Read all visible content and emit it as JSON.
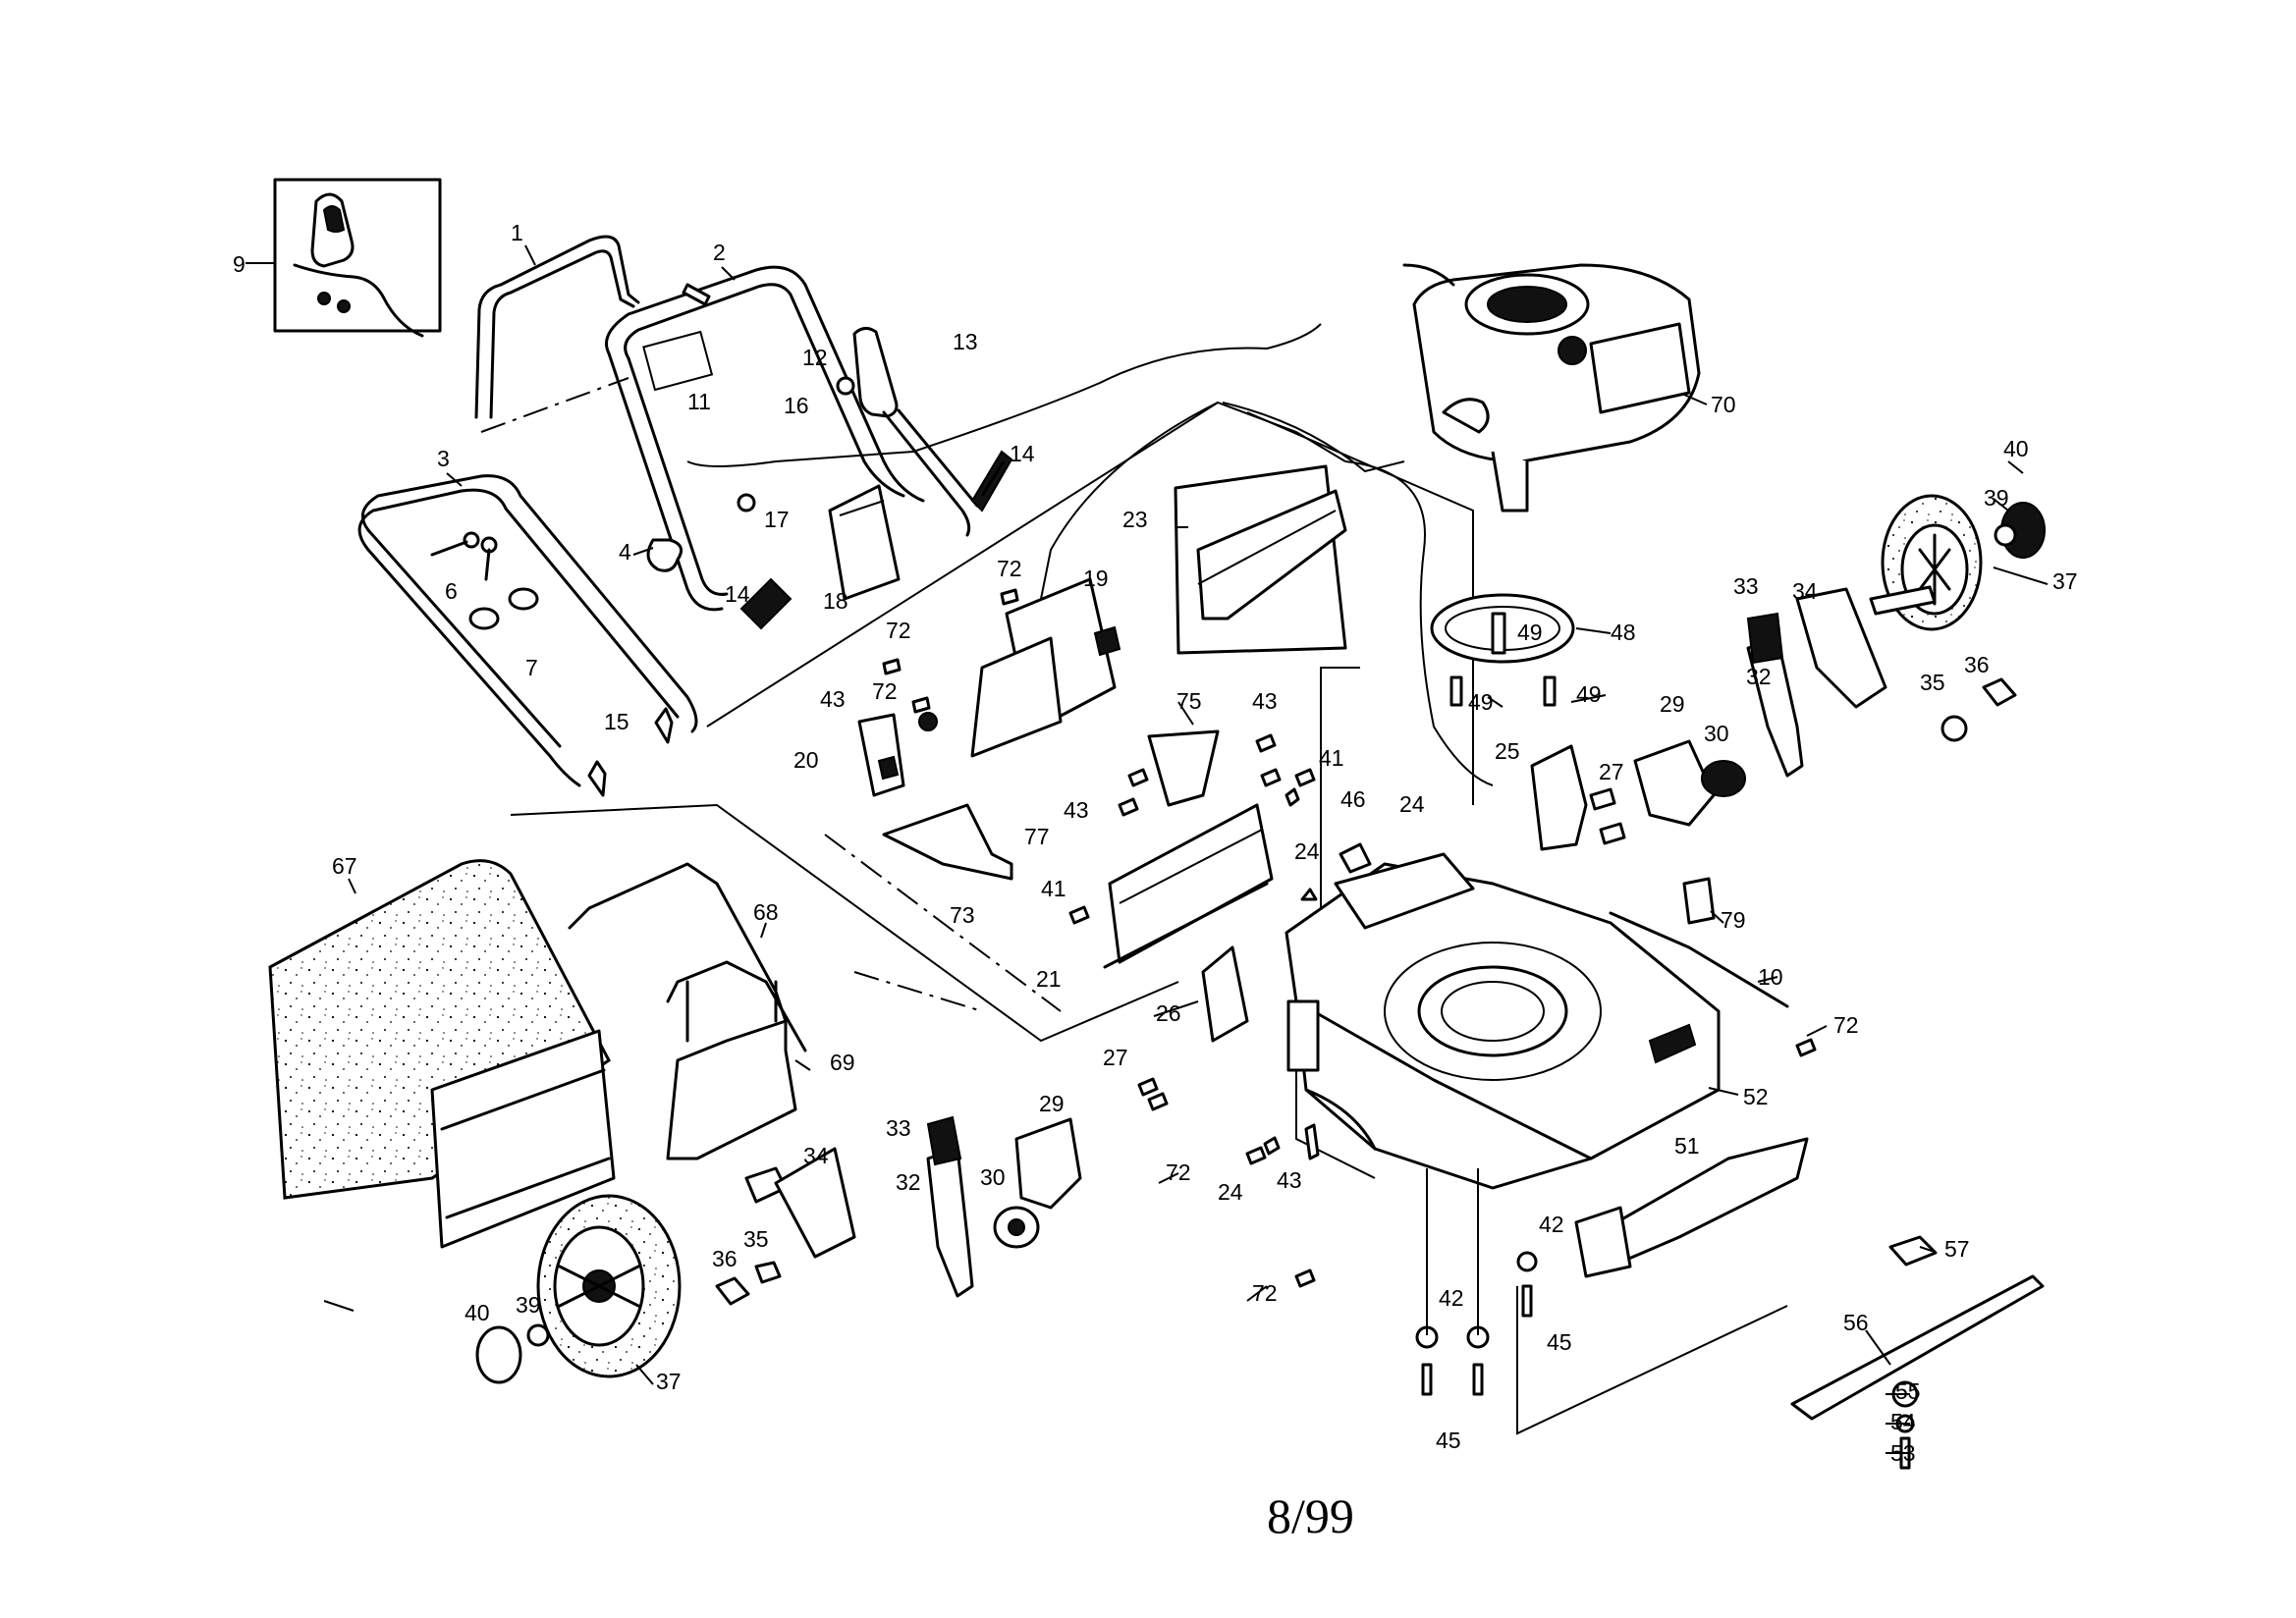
{
  "footer": {
    "date_code": "8/99"
  },
  "callouts": [
    {
      "id": "c1",
      "text": "1"
    },
    {
      "id": "c2",
      "text": "2"
    },
    {
      "id": "c3",
      "text": "3"
    },
    {
      "id": "c4",
      "text": "4"
    },
    {
      "id": "c6",
      "text": "6"
    },
    {
      "id": "c7",
      "text": "7"
    },
    {
      "id": "c9",
      "text": "9"
    },
    {
      "id": "c10",
      "text": "10"
    },
    {
      "id": "c11",
      "text": "11"
    },
    {
      "id": "c12",
      "text": "12"
    },
    {
      "id": "c13",
      "text": "13"
    },
    {
      "id": "c14a",
      "text": "14"
    },
    {
      "id": "c14b",
      "text": "14"
    },
    {
      "id": "c15",
      "text": "15"
    },
    {
      "id": "c16",
      "text": "16"
    },
    {
      "id": "c17",
      "text": "17"
    },
    {
      "id": "c18",
      "text": "18"
    },
    {
      "id": "c19",
      "text": "19"
    },
    {
      "id": "c20",
      "text": "20"
    },
    {
      "id": "c21",
      "text": "21"
    },
    {
      "id": "c23",
      "text": "23"
    },
    {
      "id": "c24a",
      "text": "24"
    },
    {
      "id": "c24b",
      "text": "24"
    },
    {
      "id": "c24c",
      "text": "24"
    },
    {
      "id": "c25",
      "text": "25"
    },
    {
      "id": "c26",
      "text": "26"
    },
    {
      "id": "c27a",
      "text": "27"
    },
    {
      "id": "c27b",
      "text": "27"
    },
    {
      "id": "c29a",
      "text": "29"
    },
    {
      "id": "c29b",
      "text": "29"
    },
    {
      "id": "c30a",
      "text": "30"
    },
    {
      "id": "c30b",
      "text": "30"
    },
    {
      "id": "c32a",
      "text": "32"
    },
    {
      "id": "c32b",
      "text": "32"
    },
    {
      "id": "c33a",
      "text": "33"
    },
    {
      "id": "c33b",
      "text": "33"
    },
    {
      "id": "c34a",
      "text": "34"
    },
    {
      "id": "c34b",
      "text": "34"
    },
    {
      "id": "c35a",
      "text": "35"
    },
    {
      "id": "c35b",
      "text": "35"
    },
    {
      "id": "c36a",
      "text": "36"
    },
    {
      "id": "c36b",
      "text": "36"
    },
    {
      "id": "c37a",
      "text": "37"
    },
    {
      "id": "c37b",
      "text": "37"
    },
    {
      "id": "c39a",
      "text": "39"
    },
    {
      "id": "c39b",
      "text": "39"
    },
    {
      "id": "c40a",
      "text": "40"
    },
    {
      "id": "c40b",
      "text": "40"
    },
    {
      "id": "c41a",
      "text": "41"
    },
    {
      "id": "c41b",
      "text": "41"
    },
    {
      "id": "c42a",
      "text": "42"
    },
    {
      "id": "c42b",
      "text": "42"
    },
    {
      "id": "c43a",
      "text": "43"
    },
    {
      "id": "c43b",
      "text": "43"
    },
    {
      "id": "c43c",
      "text": "43"
    },
    {
      "id": "c43d",
      "text": "43"
    },
    {
      "id": "c45a",
      "text": "45"
    },
    {
      "id": "c45b",
      "text": "45"
    },
    {
      "id": "c46",
      "text": "46"
    },
    {
      "id": "c48",
      "text": "48"
    },
    {
      "id": "c49a",
      "text": "49"
    },
    {
      "id": "c49b",
      "text": "49"
    },
    {
      "id": "c49c",
      "text": "49"
    },
    {
      "id": "c51",
      "text": "51"
    },
    {
      "id": "c52",
      "text": "52"
    },
    {
      "id": "c53",
      "text": "53"
    },
    {
      "id": "c54",
      "text": "54"
    },
    {
      "id": "c55",
      "text": "55"
    },
    {
      "id": "c56",
      "text": "56"
    },
    {
      "id": "c57",
      "text": "57"
    },
    {
      "id": "c67",
      "text": "67"
    },
    {
      "id": "c68",
      "text": "68"
    },
    {
      "id": "c69",
      "text": "69"
    },
    {
      "id": "c70",
      "text": "70"
    },
    {
      "id": "c72a",
      "text": "72"
    },
    {
      "id": "c72b",
      "text": "72"
    },
    {
      "id": "c72c",
      "text": "72"
    },
    {
      "id": "c72d",
      "text": "72"
    },
    {
      "id": "c72e",
      "text": "72"
    },
    {
      "id": "c72f",
      "text": "72"
    },
    {
      "id": "c73",
      "text": "73"
    },
    {
      "id": "c75",
      "text": "75"
    },
    {
      "id": "c77",
      "text": "77"
    },
    {
      "id": "c79",
      "text": "79"
    }
  ]
}
